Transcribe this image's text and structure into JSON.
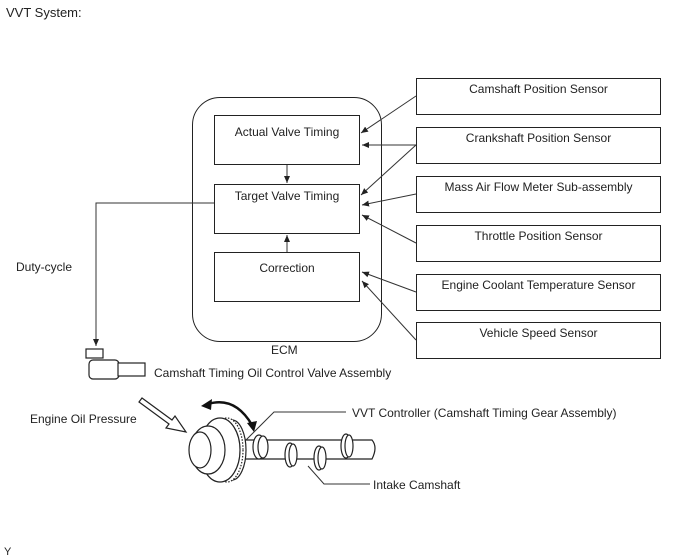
{
  "title": "VVT System:",
  "ecm": {
    "label": "ECM",
    "blocks": [
      {
        "label": "Actual Valve Timing"
      },
      {
        "label": "Target Valve Timing"
      },
      {
        "label": "Correction"
      }
    ]
  },
  "sensors": [
    {
      "label": "Camshaft Position Sensor"
    },
    {
      "label": "Crankshaft Position Sensor"
    },
    {
      "label": "Mass Air Flow Meter Sub-assembly"
    },
    {
      "label": "Throttle Position Sensor"
    },
    {
      "label": "Engine Coolant Temperature Sensor"
    },
    {
      "label": "Vehicle Speed Sensor"
    }
  ],
  "labels": {
    "duty_cycle": "Duty-cycle",
    "ocv": "Camshaft Timing Oil Control Valve Assembly",
    "oil_pressure": "Engine Oil Pressure",
    "vvt_controller": "VVT Controller (Camshaft Timing Gear Assembly)",
    "intake_camshaft": "Intake Camshaft",
    "footer_mark": "Y"
  }
}
